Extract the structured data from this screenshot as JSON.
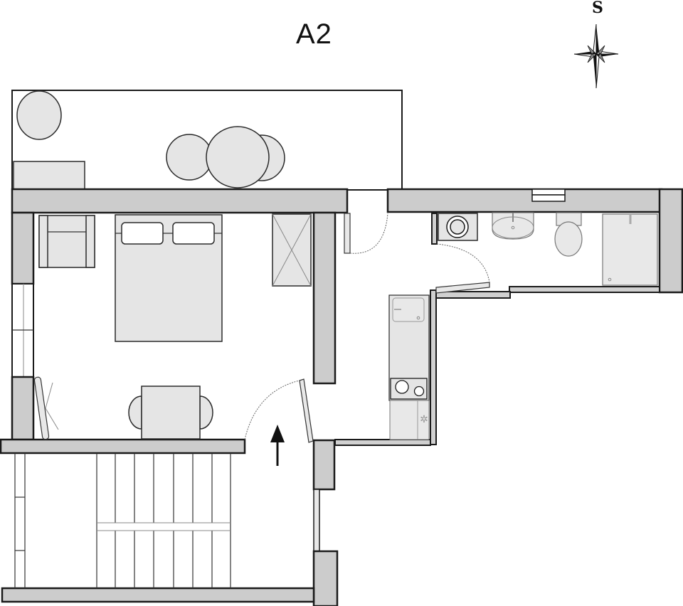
{
  "plan": {
    "title": "A2",
    "compass": {
      "label": "S",
      "icon": "compass-rose-icon"
    },
    "colors": {
      "wall": "#cccccc",
      "furniture": "#e5e5e5",
      "stroke": "#1a1a1a",
      "background": "#ffffff"
    },
    "rooms": [
      {
        "id": "terrace",
        "name": "Terrace",
        "items": [
          "round-table",
          "two-chairs",
          "round-planter",
          "bench"
        ]
      },
      {
        "id": "bedroom-living",
        "name": "Bedroom / Living",
        "items": [
          "double-bed",
          "two-pillows",
          "armchair",
          "wardrobe",
          "dining-table",
          "two-chairs",
          "window"
        ]
      },
      {
        "id": "bathroom",
        "name": "Bathroom",
        "items": [
          "washing-machine",
          "washbasin",
          "toilet",
          "shower"
        ]
      },
      {
        "id": "kitchenette",
        "name": "Kitchenette",
        "items": [
          "sink",
          "cooktop",
          "fridge"
        ]
      },
      {
        "id": "stairwell",
        "name": "Stairwell",
        "items": [
          "stairs"
        ]
      }
    ],
    "entrance": {
      "icon": "entrance-arrow-icon",
      "direction": "up"
    }
  }
}
